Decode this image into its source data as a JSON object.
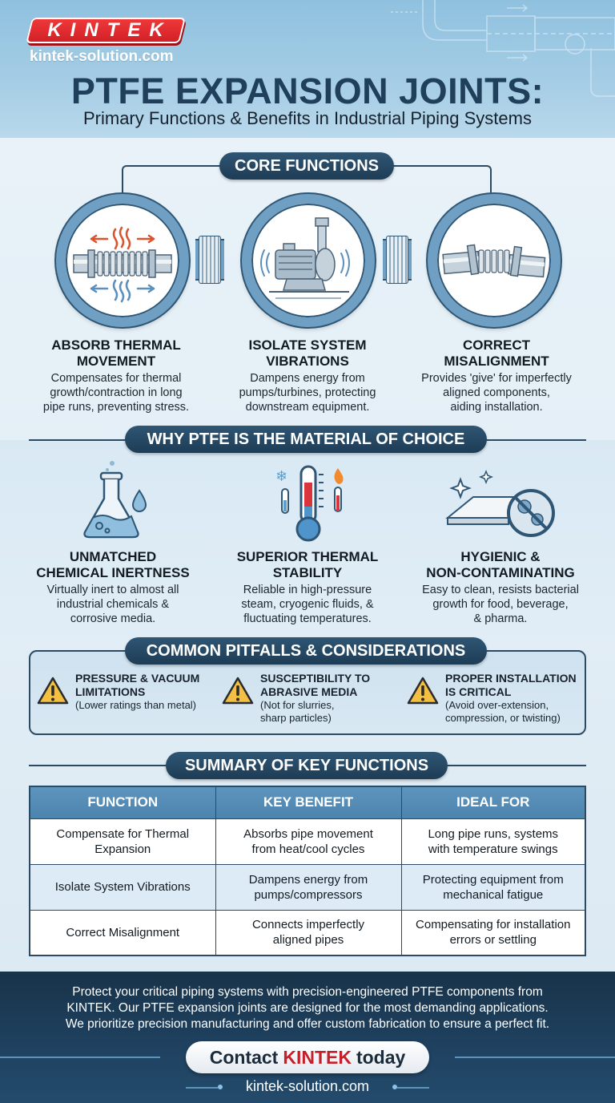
{
  "header": {
    "logo_text": "KINTEK",
    "site_url": "kintek-solution.com",
    "title": "PTFE EXPANSION JOINTS:",
    "subtitle": "Primary Functions & Benefits in Industrial Piping Systems"
  },
  "core_functions": {
    "heading": "CORE FUNCTIONS",
    "items": [
      {
        "icon": "thermal-expansion-bellows-icon",
        "title_line1": "ABSORB THERMAL",
        "title_line2": "MOVEMENT",
        "desc_line1": "Compensates for thermal",
        "desc_line2": "growth/contraction in long",
        "desc_line3": "pipe runs, preventing stress."
      },
      {
        "icon": "vibrating-pump-icon",
        "title_line1": "ISOLATE SYSTEM",
        "title_line2": "VIBRATIONS",
        "desc_line1": "Dampens energy from",
        "desc_line2": "pumps/turbines, protecting",
        "desc_line3": "downstream equipment."
      },
      {
        "icon": "misaligned-bellows-icon",
        "title_line1": "CORRECT",
        "title_line2": "MISALIGNMENT",
        "desc_line1": "Provides 'give' for imperfectly",
        "desc_line2": "aligned components,",
        "desc_line3": "aiding installation."
      }
    ]
  },
  "why_ptfe": {
    "heading": "WHY PTFE IS THE MATERIAL OF CHOICE",
    "items": [
      {
        "icon": "chemical-flask-icon",
        "title_line1": "UNMATCHED",
        "title_line2": "CHEMICAL INERTNESS",
        "desc_line1": "Virtually inert to almost all",
        "desc_line2": "industrial chemicals &",
        "desc_line3": "corrosive media."
      },
      {
        "icon": "thermometer-icon",
        "title_line1": "SUPERIOR THERMAL",
        "title_line2": "STABILITY",
        "desc_line1": "Reliable in high-pressure",
        "desc_line2": "steam, cryogenic fluids, &",
        "desc_line3": "fluctuating temperatures."
      },
      {
        "icon": "no-bacteria-icon",
        "title_line1": "HYGIENIC &",
        "title_line2": "NON-CONTAMINATING",
        "desc_line1": "Easy to clean, resists bacterial",
        "desc_line2": "growth for food, beverage,",
        "desc_line3": "& pharma."
      }
    ]
  },
  "pitfalls": {
    "heading": "COMMON PITFALLS & CONSIDERATIONS",
    "items": [
      {
        "icon": "warning-icon",
        "title_line1": "PRESSURE & VACUUM",
        "title_line2": "LIMITATIONS",
        "desc_line1": "(Lower ratings than metal)",
        "desc_line2": ""
      },
      {
        "icon": "warning-icon",
        "title_line1": "SUSCEPTIBILITY TO",
        "title_line2": "ABRASIVE MEDIA",
        "desc_line1": "(Not for slurries,",
        "desc_line2": "sharp particles)"
      },
      {
        "icon": "warning-icon",
        "title_line1": "PROPER INSTALLATION",
        "title_line2": "IS CRITICAL",
        "desc_line1": "(Avoid over-extension,",
        "desc_line2": "compression, or twisting)"
      }
    ]
  },
  "summary": {
    "heading": "SUMMARY OF KEY FUNCTIONS",
    "columns": [
      "FUNCTION",
      "KEY BENEFIT",
      "IDEAL FOR"
    ],
    "rows": [
      {
        "function_l1": "Compensate for Thermal",
        "function_l2": "Expansion",
        "benefit_l1": "Absorbs pipe movement",
        "benefit_l2": "from heat/cool cycles",
        "ideal_l1": "Long pipe runs, systems",
        "ideal_l2": "with temperature swings"
      },
      {
        "function_l1": "Isolate System Vibrations",
        "function_l2": "",
        "benefit_l1": "Dampens energy from",
        "benefit_l2": "pumps/compressors",
        "ideal_l1": "Protecting equipment from",
        "ideal_l2": "mechanical fatigue"
      },
      {
        "function_l1": "Correct Misalignment",
        "function_l2": "",
        "benefit_l1": "Connects imperfectly",
        "benefit_l2": "aligned pipes",
        "ideal_l1": "Compensating for installation",
        "ideal_l2": "errors or settling"
      }
    ]
  },
  "footer": {
    "text_line1": "Protect your critical piping systems with precision-engineered PTFE components from",
    "text_line2": "KINTEK. Our PTFE expansion joints are designed for the most demanding applications.",
    "text_line3": "We prioritize precision manufacturing and offer custom fabrication to ensure a perfect fit.",
    "cta_prefix": "Contact",
    "cta_brand": "KINTEK",
    "cta_suffix": "today",
    "site_url": "kintek-solution.com"
  },
  "colors": {
    "brand_red": "#d11f26",
    "navy": "#1e3c55",
    "ring_blue": "#6f9fc3",
    "table_header": "#5d95be",
    "warning_yellow": "#f3c043",
    "footer_bg": "#1f4261"
  }
}
